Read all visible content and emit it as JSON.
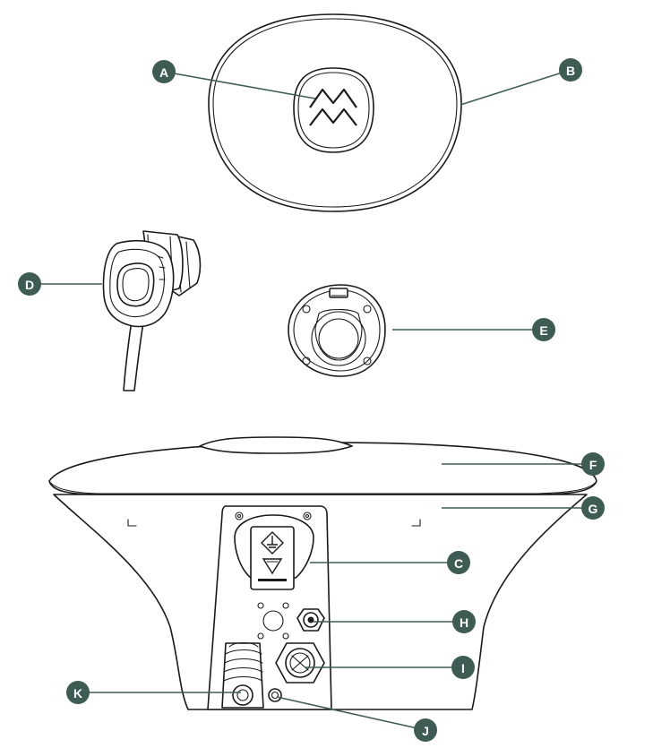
{
  "colors": {
    "callout_fill": "#3e5c53",
    "callout_text": "#ffffff",
    "line_art": "#1a1a1a"
  },
  "callouts": {
    "A": "A",
    "B": "B",
    "C": "C",
    "D": "D",
    "E": "E",
    "F": "F",
    "G": "G",
    "H": "H",
    "I": "I",
    "J": "J",
    "K": "K"
  },
  "components": [
    {
      "id": "A",
      "icon": "brand-logo-icon"
    },
    {
      "id": "B",
      "icon": "cover-plate"
    },
    {
      "id": "C",
      "icon": "socket-flap"
    },
    {
      "id": "D",
      "icon": "charging-connector-plug"
    },
    {
      "id": "E",
      "icon": "socket-inlet"
    },
    {
      "id": "F",
      "icon": "top-cap"
    },
    {
      "id": "G",
      "icon": "charger-housing"
    },
    {
      "id": "H",
      "icon": "small-cable-gland"
    },
    {
      "id": "I",
      "icon": "large-cable-gland"
    },
    {
      "id": "J",
      "icon": "drain-plug"
    },
    {
      "id": "K",
      "icon": "cable-strain-relief"
    }
  ]
}
